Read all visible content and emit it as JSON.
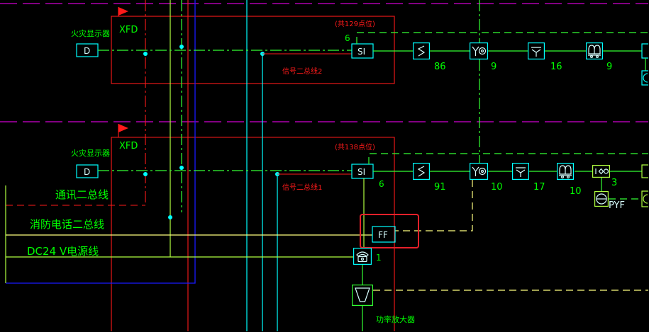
{
  "colors": {
    "background": "#000000",
    "label_green": "#00ff00",
    "wire_green": "#33ff33",
    "lime": "#b0ff40",
    "yellow": "#ffff80",
    "red": "#ff1a1a",
    "magenta": "#d000d0",
    "cyan": "#00ffff",
    "blue": "#1a1aff",
    "symbol_white": "#d8ffff",
    "highlight_red": "#e8202a"
  },
  "top_loop": {
    "display": {
      "label": "火灾显示器",
      "symbol": "D"
    },
    "xfd": "XFD",
    "total_points": "(共129点位)",
    "si": {
      "symbol": "SI",
      "count": "6"
    },
    "bus_label": "信号二总线2",
    "devices": [
      {
        "icon": "smoke-detector-icon",
        "count": "86"
      },
      {
        "icon": "manual-alarm-button-icon",
        "count": "9"
      },
      {
        "icon": "hydrant-button-icon",
        "count": "16"
      },
      {
        "icon": "sound-light-alarm-icon",
        "count": "9"
      }
    ]
  },
  "bottom_loop": {
    "display": {
      "label": "火灾显示器",
      "symbol": "D"
    },
    "xfd": "XFD",
    "total_points": "(共138点位)",
    "si": {
      "symbol": "SI",
      "count": "6"
    },
    "bus_label": "信号二总线1",
    "devices": [
      {
        "icon": "smoke-detector-icon",
        "count": "91"
      },
      {
        "icon": "manual-alarm-button-icon",
        "count": "10"
      },
      {
        "icon": "hydrant-button-icon",
        "count": "17"
      },
      {
        "icon": "sound-light-alarm-icon",
        "count": "10"
      },
      {
        "icon": "io-module-icon",
        "count": "3"
      }
    ],
    "fan": {
      "icon": "fan-icon",
      "label": "PYF"
    }
  },
  "trunk_lines": {
    "comm_bus": "通讯二总线",
    "phone_bus": "消防电话二总线",
    "power": "DC24 V电源线"
  },
  "phone_module": {
    "symbol": "FF",
    "handset_icon": "telephone-icon",
    "handset_count": "1"
  },
  "amplifier": {
    "icon": "amplifier-icon",
    "label": "功率放大器"
  }
}
